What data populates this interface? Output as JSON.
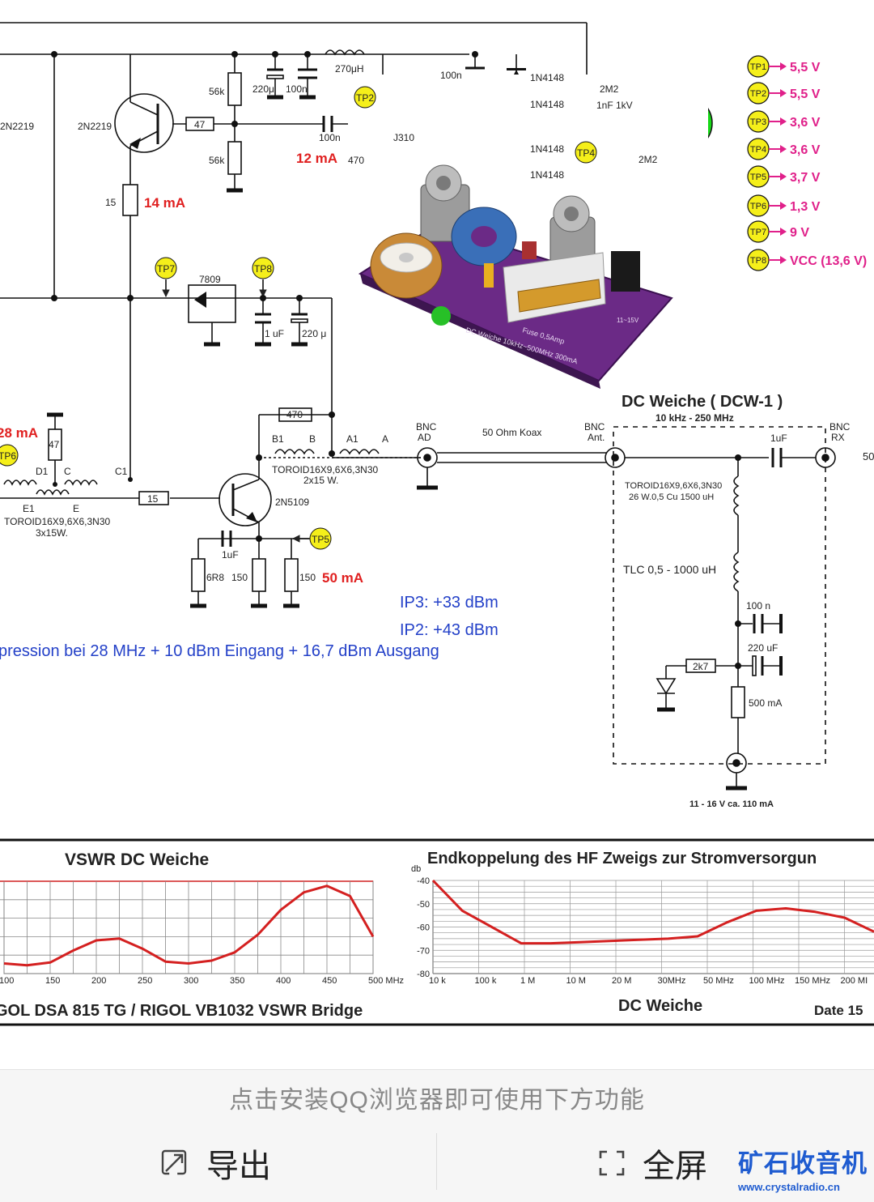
{
  "schematic": {
    "components": {
      "q_left": "2N2219",
      "q_main": "2N2219",
      "r47": "47",
      "r56_top": "56k",
      "r56_bot": "56k",
      "r15_vert": "15",
      "i14": "14 mA",
      "c220": "220μ",
      "c100n_a": "100n",
      "l270": "270μH",
      "c100n_b": "100n",
      "c100n_c": "100n",
      "i12": "12 mA",
      "r470": "470",
      "fet": "J310",
      "d1": "1N4148",
      "d2": "1N4148",
      "d3": "1N4148",
      "d4": "1N4148",
      "r2m2_top": "2M2",
      "c1nf": "1nF 1kV",
      "r2m2_bot": "2M2",
      "b_node": "B",
      "reg": "7809",
      "c1uf": "1 uF",
      "c220b": "220 μ",
      "i28": "28 mA",
      "r47b": "47",
      "d1lbl": "D1",
      "clbl": "C",
      "c1lbl": "C1",
      "e1lbl": "E1",
      "elbl": "E",
      "toroid1": "TOROID16X9,6X6,3N30",
      "toroid1w": "3x15W.",
      "r15b": "15",
      "r470b": "470",
      "b1lbl": "B1",
      "blbl": "B",
      "a1lbl": "A1",
      "albl": "A",
      "toroid2": "TOROID16X9,6X6,3N30",
      "toroid2w": "2x15 W.",
      "q_out": "2N5109",
      "c1uf_b": "1uF",
      "r6r8": "6R8",
      "r150a": "150",
      "r150b": "150",
      "i50": "50 mA"
    },
    "test_points": [
      {
        "tag": "TP1",
        "value": "5,5 V"
      },
      {
        "tag": "TP2",
        "value": "5,5 V"
      },
      {
        "tag": "TP3",
        "value": "3,6 V"
      },
      {
        "tag": "TP4",
        "value": "3,6 V"
      },
      {
        "tag": "TP5",
        "value": "3,7 V"
      },
      {
        "tag": "TP6",
        "value": "1,3 V"
      },
      {
        "tag": "TP7",
        "value": "9 V"
      },
      {
        "tag": "TP8",
        "value": "VCC (13,6 V)"
      }
    ],
    "tp_markers": {
      "tp2": "TP2",
      "tp4": "TP4",
      "tp7": "TP7",
      "tp8": "TP8",
      "tp6": "TP6",
      "tp5": "TP5"
    },
    "ip3": "IP3: +33 dBm",
    "ip2": "IP2: +43 dBm",
    "compression": "pression bei 28 MHz + 10 dBm Eingang + 16,7 dBm Ausgang",
    "board": {
      "silk1": "DC Weiche 10kHz~500MHz 300mA",
      "fuse": "Fuse 0,5Amp",
      "volt": "11~15V"
    },
    "dcw": {
      "title": "DC Weiche ( DCW-1 )",
      "range": "10 kHz - 250 MHz",
      "bnc_ad": "BNC",
      "bnc_ad2": "AD",
      "coax": "50 Ohm Koax",
      "bnc_ant": "BNC",
      "bnc_ant2": "Ant.",
      "bnc_rx": "BNC",
      "bnc_rx2": "RX",
      "fifty": "50",
      "c1uf": "1uF",
      "toroid": "TOROID16X9,6X6,3N30",
      "toroid_w": "26 W.0,5 Cu  1500 uH",
      "tlc": "TLC 0,5 - 1000 uH",
      "c100n": "100 n",
      "c220uf": "220 uF",
      "r2k7": "2k7",
      "fuse": "500 mA",
      "supply": "11 - 16 V ca. 110 mA"
    }
  },
  "charts": {
    "vswr_title": "VSWR  DC Weiche",
    "endk_title": "Endkoppelung des HF Zweigs zur Stromversorgun",
    "db_unit": "db",
    "footer_left": "GOL DSA 815 TG /  RIGOL  VB1032 VSWR Bridge",
    "footer_mid": "DC Weiche",
    "footer_right": "Date  15"
  },
  "chart_data": [
    {
      "type": "line",
      "title": "VSWR  DC Weiche",
      "x": [
        100,
        125,
        150,
        175,
        200,
        225,
        250,
        275,
        300,
        325,
        350,
        375,
        400,
        425,
        450,
        475,
        500
      ],
      "x_ticks": [
        "100",
        "150",
        "200",
        "250",
        "300",
        "350",
        "400",
        "450",
        "500 MHz"
      ],
      "series": [
        {
          "values": [
            0.11,
            0.09,
            0.12,
            0.25,
            0.36,
            0.38,
            0.27,
            0.13,
            0.11,
            0.14,
            0.23,
            0.42,
            0.69,
            0.88,
            0.95,
            0.84,
            0.4
          ]
        }
      ],
      "xlim": [
        100,
        500
      ],
      "grid": true
    },
    {
      "type": "line",
      "title": "Endkoppelung des HF Zweigs zur Stromversorgun",
      "ylabel": "db",
      "x_ticks": [
        "10 k",
        "100 k",
        "1 M",
        "10 M",
        "20 M",
        "30MHz",
        "50 MHz",
        "100 MHz",
        "150 MHz",
        "200 MI"
      ],
      "y_ticks": [
        -40,
        -50,
        -60,
        -70,
        -80
      ],
      "ylim": [
        -80,
        -40
      ],
      "series": [
        {
          "values": [
            -40,
            -53,
            -60,
            -67,
            -67,
            -66.5,
            -66,
            -65.5,
            -65,
            -64,
            -58,
            -53,
            -52,
            -53.5,
            -56,
            -62
          ]
        }
      ],
      "grid": true
    }
  ],
  "bottom_bar": {
    "hint": "点击安装QQ浏览器即可使用下方功能",
    "export_label": "导出",
    "fullscreen_label": "全屏",
    "watermark_cn": "矿石收音机",
    "watermark_url": "www.crystalradio.cn"
  },
  "colors": {
    "red": "#e02020",
    "blue": "#2340c8",
    "pink": "#e0208a",
    "tp_yellow": "#f5ef1a",
    "node_green": "#18d818",
    "board_purple": "#6b2a86"
  }
}
